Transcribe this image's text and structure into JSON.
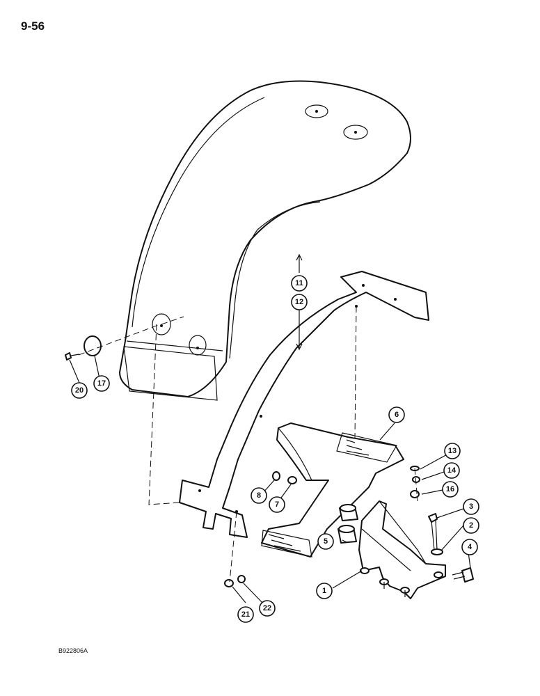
{
  "page_number": "9-56",
  "figure_code": "B922806A",
  "callouts": [
    {
      "id": "1",
      "label": "1"
    },
    {
      "id": "2",
      "label": "2"
    },
    {
      "id": "3",
      "label": "3"
    },
    {
      "id": "4",
      "label": "4"
    },
    {
      "id": "5",
      "label": "5"
    },
    {
      "id": "6",
      "label": "6"
    },
    {
      "id": "7",
      "label": "7"
    },
    {
      "id": "8",
      "label": "8"
    },
    {
      "id": "11",
      "label": "11"
    },
    {
      "id": "12",
      "label": "12"
    },
    {
      "id": "13",
      "label": "13"
    },
    {
      "id": "14",
      "label": "14"
    },
    {
      "id": "16",
      "label": "16"
    },
    {
      "id": "17",
      "label": "17"
    },
    {
      "id": "20",
      "label": "20"
    },
    {
      "id": "21",
      "label": "21"
    },
    {
      "id": "22",
      "label": "22"
    }
  ]
}
